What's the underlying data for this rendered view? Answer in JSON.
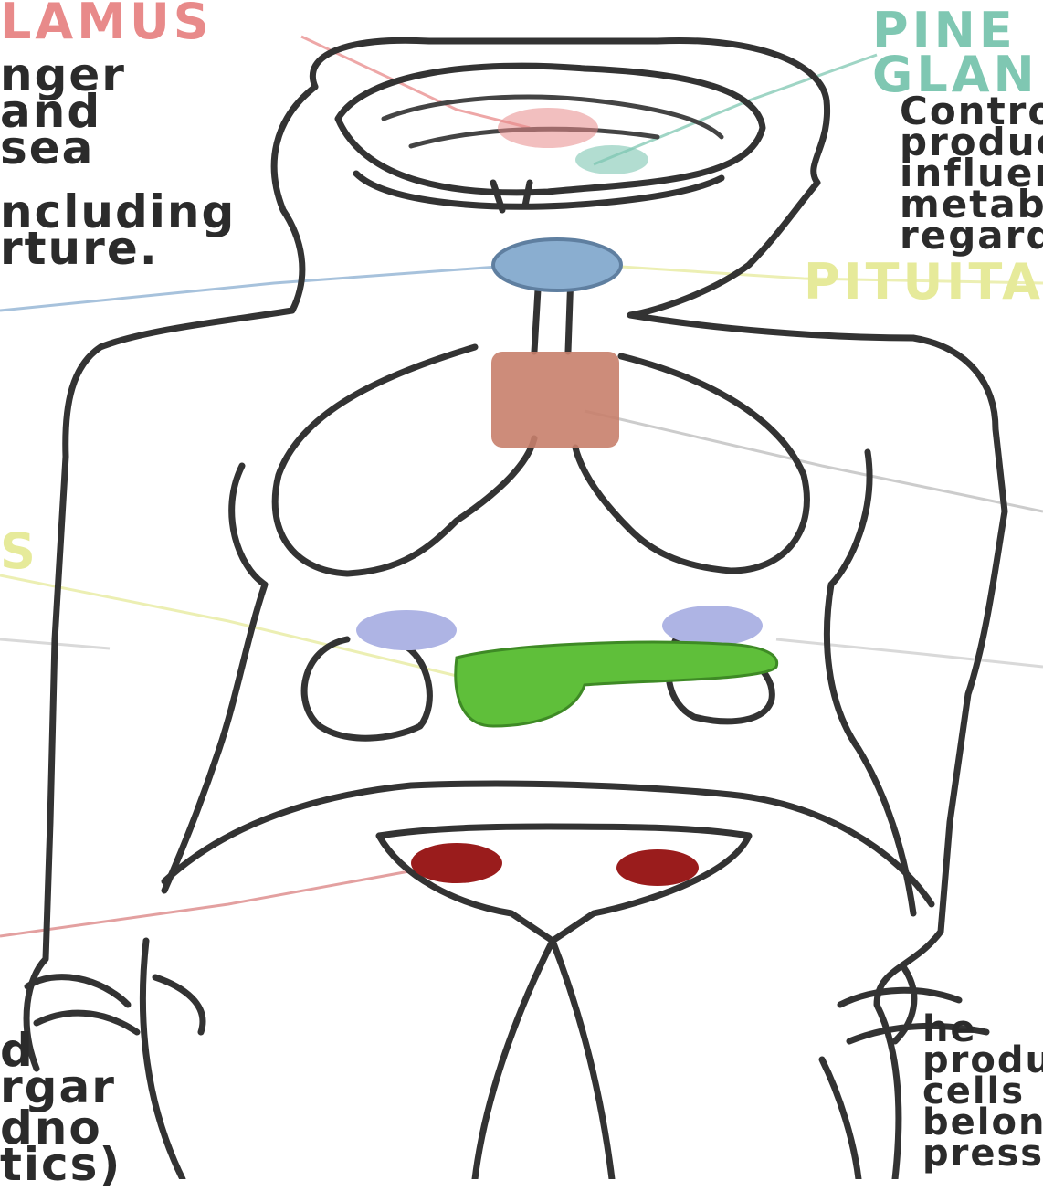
{
  "colors": {
    "outline": "#333333",
    "hypothalamus": "#e88a8a",
    "pineal": "#7fc7b2",
    "pituitary": "#8aaed0",
    "thyroid": "#c8806c",
    "adrenal": "#aeb4e4",
    "pancreas": "#5fbf3a",
    "ovary": "#9a1c1c",
    "pituitary_line": "#e6ea9a",
    "thymus_line": "#e6ea9a",
    "thyroid_line": "#bbbbbb",
    "ovary_line": "#d98080"
  },
  "labels": {
    "hypothalamus_title": "LAMUS",
    "hypothalamus_desc": "nger\nand\nsea",
    "hypothalamus_desc2": "ncluding\nrture.",
    "pineal_title": "PINE\nGLAN",
    "pineal_desc": "Contro\nproduc\ninfluen\nmetabo\nregard",
    "pituitary_title": "PITUITA",
    "thymus_fragment": "S",
    "left_bottom": "d\nrgar",
    "left_bottom_2": "dno\ntics)",
    "right_bottom": "he\nproduc\ncells\nbelong\npress"
  }
}
